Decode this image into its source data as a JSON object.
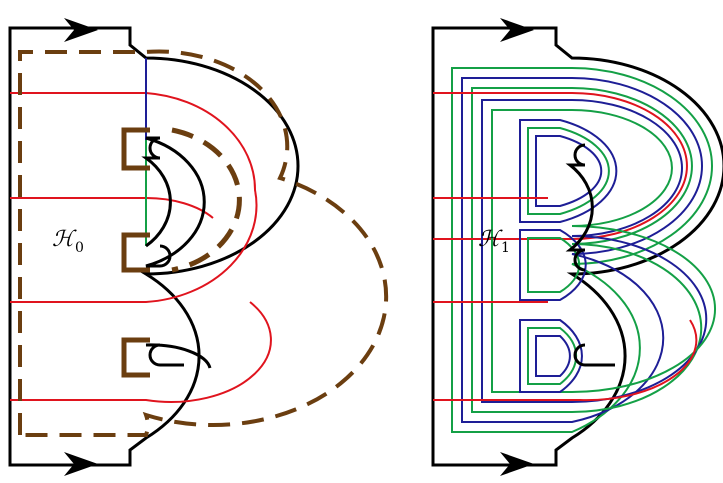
{
  "diagrams": [
    {
      "id": "left",
      "label": "ℋ",
      "subscript": "0"
    },
    {
      "id": "right",
      "label": "ℋ",
      "subscript": "1"
    }
  ],
  "colors": {
    "outline": "#000000",
    "red_curve": "#e0141e",
    "blue_curve": "#1e1e96",
    "green_curve": "#14a046",
    "dashed_curve": "#6b3e10"
  },
  "icons": [
    "arrow-right-icon"
  ]
}
